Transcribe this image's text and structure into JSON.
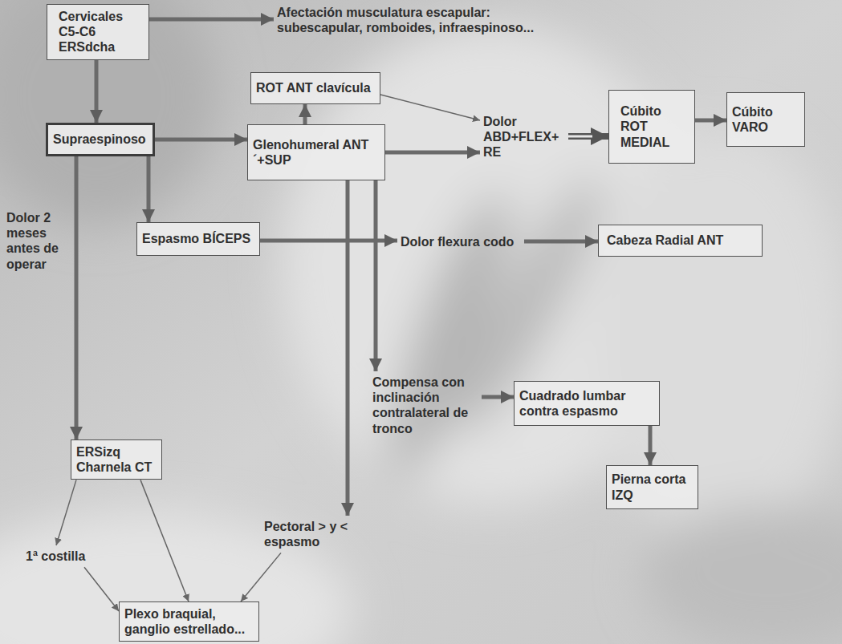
{
  "diagram": {
    "nodes": [
      {
        "text": [
          "Cervicales C5-C6 ERSdcha"
        ]
      },
      {
        "text": [
          "Afectación musculatura escapular: subescapular, romboides, infraespinoso..."
        ]
      },
      {
        "text": [
          "ROT ANT clavícula"
        ]
      },
      {
        "text": [
          "Supraespinoso"
        ]
      },
      {
        "text": [
          "Glenohumeral ANT´+SUP"
        ]
      },
      {
        "text": [
          "Dolor ABD+FLEX+ RE"
        ]
      },
      {
        "text": [
          "Cúbito ROT MEDIAL"
        ]
      },
      {
        "text": [
          "Cúbito VARO"
        ]
      },
      {
        "text": [
          "Espasmo BÍCEPS"
        ]
      },
      {
        "text": [
          "Dolor flexura codo"
        ]
      },
      {
        "text": [
          "Cabeza Radial ANT"
        ]
      },
      {
        "text": [
          "Compensa con inclinación contralateral de tronco"
        ]
      },
      {
        "text": [
          "Cuadrado lumbar contra espasmo"
        ]
      },
      {
        "text": [
          "Pierna corta IZQ"
        ]
      },
      {
        "text": [
          "ERSizq Charnela CT"
        ]
      },
      {
        "text": [
          "Pectoral > y < espasmo"
        ]
      },
      {
        "text": [
          "1ª costilla"
        ]
      },
      {
        "text": [
          "Plexo braquial, ganglio estrellado..."
        ]
      }
    ],
    "edges": [
      {
        "from": 0,
        "to": 1,
        "arrow": "to"
      },
      {
        "from": 0,
        "to": 3,
        "arrow": "to"
      },
      {
        "from": 3,
        "to": 4,
        "arrow": "to"
      },
      {
        "from": 4,
        "to": 2,
        "arrow": "to"
      },
      {
        "from": 2,
        "to": 5,
        "arrow": "to"
      },
      {
        "from": 4,
        "to": 5,
        "arrow": "to"
      },
      {
        "from": 5,
        "to": 6,
        "arrow": "to"
      },
      {
        "from": 6,
        "to": 7,
        "arrow": "to"
      },
      {
        "from": 3,
        "to": 8,
        "arrow": "to"
      },
      {
        "from": 8,
        "to": 9,
        "arrow": "to"
      },
      {
        "from": 9,
        "to": 10,
        "arrow": "to"
      },
      {
        "from": 4,
        "to": 11,
        "arrow": "to"
      },
      {
        "from": 4,
        "to": 15,
        "arrow": "to"
      },
      {
        "from": 11,
        "to": 12,
        "arrow": "to"
      },
      {
        "from": 12,
        "to": 13,
        "arrow": "to"
      },
      {
        "from": 3,
        "to": 14,
        "label": "Dolor 2 meses antes de operar",
        "arrow": "to"
      },
      {
        "from": 14,
        "to": 16,
        "arrow": "to"
      },
      {
        "from": 14,
        "to": 17,
        "arrow": "to"
      },
      {
        "from": 16,
        "to": 17,
        "arrow": "to"
      },
      {
        "from": 15,
        "to": 17,
        "arrow": "to"
      }
    ]
  }
}
